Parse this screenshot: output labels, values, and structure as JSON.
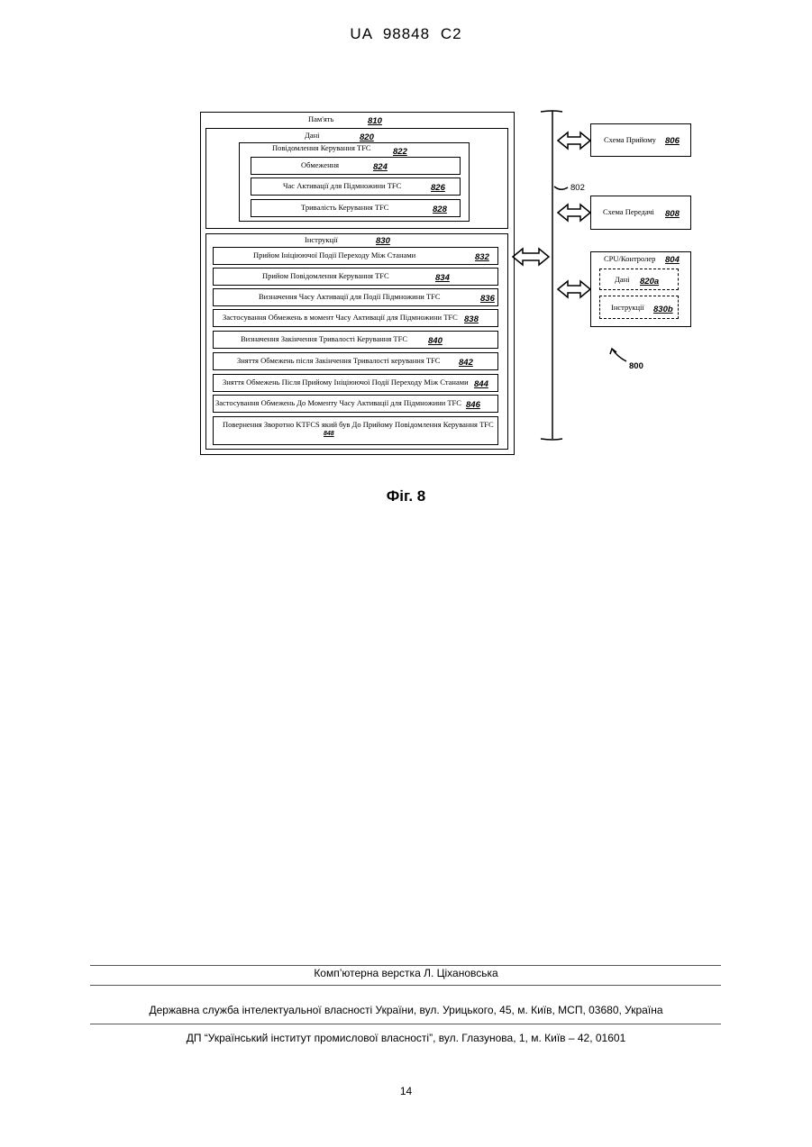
{
  "header": {
    "patent_number": "UA   98848   C2"
  },
  "figure": {
    "memory": {
      "label": "Пам'ять",
      "ref": "810"
    },
    "data": {
      "label": "Дані",
      "ref": "820"
    },
    "tfc_msg": {
      "label": "Повідомлення Керування TFC",
      "ref": "822"
    },
    "data_rows": [
      {
        "label": "Обмеження",
        "ref": "824"
      },
      {
        "label": "Час Активації для Підмножини TFC",
        "ref": "826"
      },
      {
        "label": "Тривалість Керування TFC",
        "ref": "828"
      }
    ],
    "instructions": {
      "label": "Інструкції",
      "ref": "830"
    },
    "instr_rows": [
      {
        "label": "Прийом Ініціюючої Події Переходу Між Станами",
        "ref": "832"
      },
      {
        "label": "Прийом Повідомлення Керування TFC",
        "ref": "834"
      },
      {
        "label": "Визначення Часу Активації для Події Підмножини TFC",
        "ref": "836"
      },
      {
        "label": "Застосування Обмежень в момент Часу Активації для Підмножини TFC",
        "ref": "838"
      },
      {
        "label": "Визначення Закінчення Тривалості Керування TFC",
        "ref": "840"
      },
      {
        "label": "Зняття Обмежень після Закінчення Тривалості керування TFC",
        "ref": "842"
      },
      {
        "label": "Зняття Обмежень Після Прийому Ініціюючої Події Переходу Між Станами",
        "ref": "844"
      },
      {
        "label": "Застосування Обмежень До Моменту Часу Активації для Підмножини TFC",
        "ref": "846"
      },
      {
        "label": "Повернення Зворотно KTFCS який був До Прийому Повідомлення Керування TFC",
        "ref": "848"
      }
    ],
    "bus_ref": "802",
    "rx": {
      "label": "Схема Прийому",
      "ref": "806"
    },
    "tx": {
      "label": "Схема Передачі",
      "ref": "808"
    },
    "cpu": {
      "label": "CPU/Контролер",
      "ref": "804"
    },
    "cpu_data": {
      "label": "Дані",
      "ref": "820a"
    },
    "cpu_instr": {
      "label": "Інструкції",
      "ref": "830b"
    },
    "device_ref": "800",
    "caption": "Фіг. 8"
  },
  "footer": {
    "layout": "Комп’ютерна верстка Л. Ціхановська",
    "office": "Державна служба інтелектуальної власності України, вул. Урицького, 45, м. Київ, МСП, 03680, Україна",
    "institute": "ДП “Український інститут промислової власності”, вул. Глазунова, 1, м. Київ – 42, 01601",
    "page_number": "14"
  }
}
